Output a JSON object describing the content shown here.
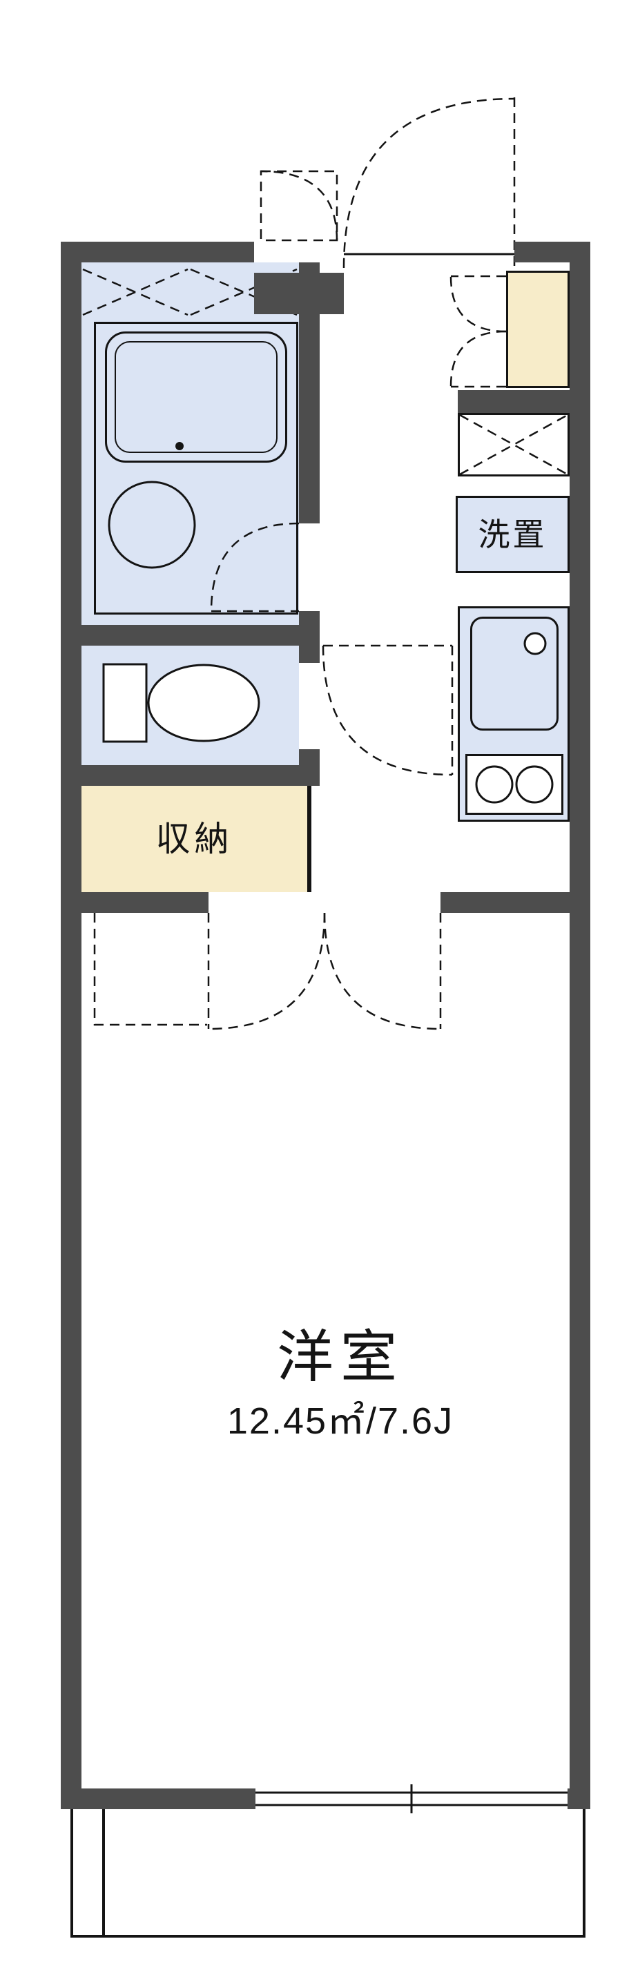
{
  "colors": {
    "wall": "#4d4d4d",
    "wet": "#dbe4f4",
    "cream": "#f7ecc9",
    "line": "#141414",
    "bg": "#ffffff"
  },
  "labels": {
    "washer": "洗置",
    "storage": "収納",
    "main_room": "洋室",
    "main_room_area": "12.45㎡/7.6J"
  }
}
